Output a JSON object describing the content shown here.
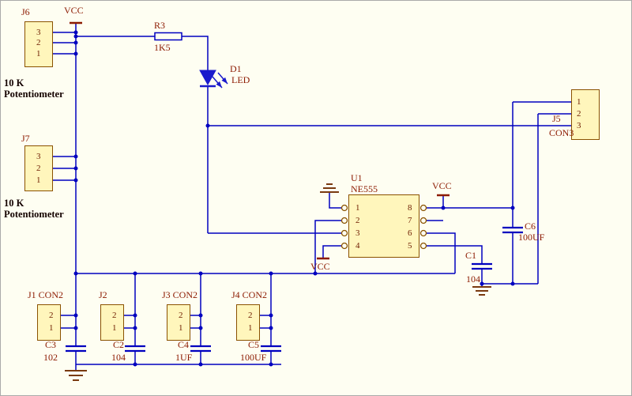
{
  "schematic": {
    "vcc": "VCC",
    "j6": {
      "ref": "J6",
      "pins": [
        "3",
        "2",
        "1"
      ],
      "caption1": "10 K",
      "caption2": "Potentiometer"
    },
    "j7": {
      "ref": "J7",
      "pins": [
        "3",
        "2",
        "1"
      ],
      "caption1": "10 K",
      "caption2": "Potentiometer"
    },
    "r3": {
      "ref": "R3",
      "value": "1K5"
    },
    "d1": {
      "ref": "D1",
      "value": "LED"
    },
    "u1": {
      "ref": "U1",
      "value": "NE555",
      "left_pins": [
        "1",
        "2",
        "3",
        "4"
      ],
      "right_pins": [
        "8",
        "7",
        "6",
        "5"
      ]
    },
    "j5": {
      "ref": "J5",
      "value": "CON3",
      "pins": [
        "1",
        "2",
        "3"
      ]
    },
    "c6": {
      "ref": "C6",
      "value": "100UF"
    },
    "c1": {
      "ref": "C1",
      "value": "104"
    },
    "j1": {
      "ref": "J1 CON2",
      "pins": [
        "2",
        "1"
      ]
    },
    "j2": {
      "ref": "J2",
      "pins": [
        "2",
        "1"
      ]
    },
    "j3": {
      "ref": "J3 CON2",
      "pins": [
        "2",
        "1"
      ]
    },
    "j4": {
      "ref": "J4 CON2",
      "pins": [
        "2",
        "1"
      ]
    },
    "c3": {
      "ref": "C3",
      "value": "102"
    },
    "c2": {
      "ref": "C2",
      "value": "104"
    },
    "c4": {
      "ref": "C4",
      "value": "1UF"
    },
    "c5": {
      "ref": "C5",
      "value": "100UF"
    }
  }
}
